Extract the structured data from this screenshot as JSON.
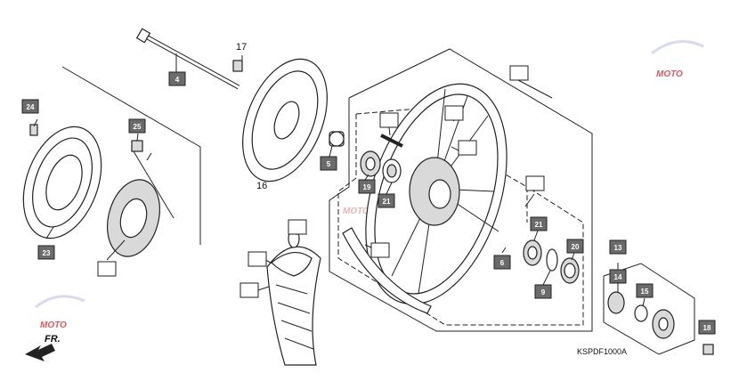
{
  "diagram": {
    "code": "KSPDF1000A",
    "direction_label": "FR.",
    "watermark": "MOTO",
    "callouts": {
      "c4": "4",
      "c5": "5",
      "c6": "6",
      "c9": "9",
      "c13": "13",
      "c14": "14",
      "c15": "15",
      "c16": "16",
      "c17": "17",
      "c18": "18",
      "c19": "19",
      "c20": "20",
      "c21a": "21",
      "c21b": "21",
      "c23": "23",
      "c24": "24",
      "c25": "25"
    }
  }
}
